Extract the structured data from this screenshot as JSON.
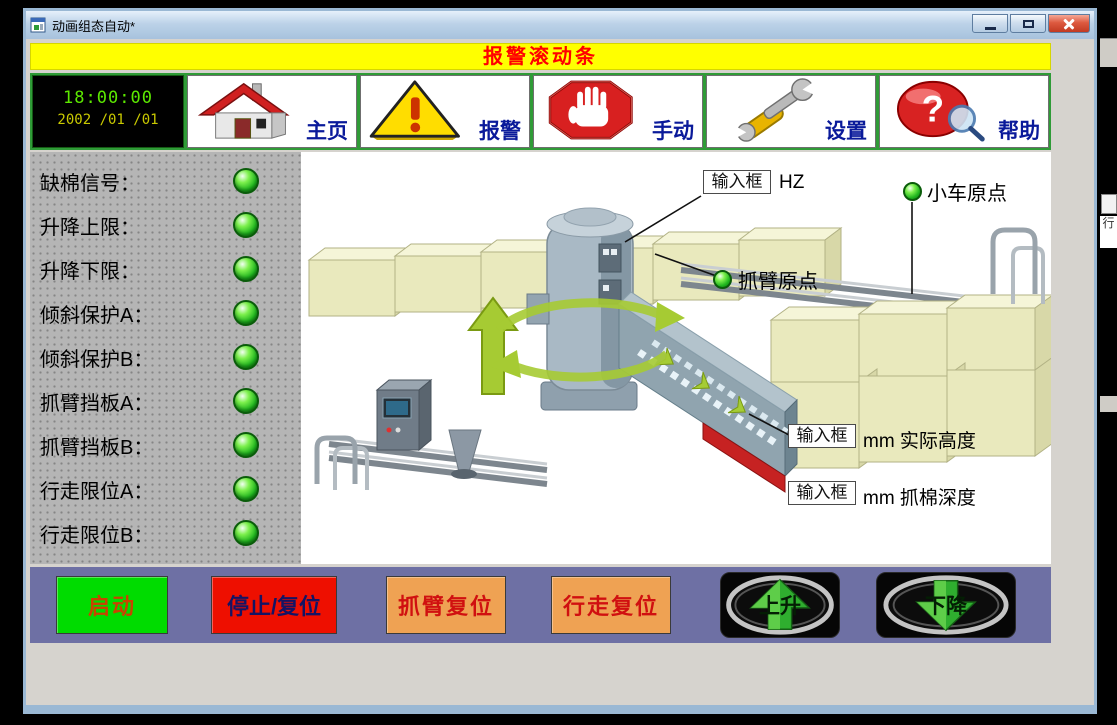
{
  "window": {
    "title": "动画组态自动*"
  },
  "banner": {
    "text": "报警滚动条"
  },
  "clock": {
    "time": "18:00:00",
    "date": "2002 /01 /01"
  },
  "nav": {
    "items": [
      {
        "label": "主页"
      },
      {
        "label": "报警"
      },
      {
        "label": "手动"
      },
      {
        "label": "设置"
      },
      {
        "label": "帮助"
      }
    ]
  },
  "status": {
    "items": [
      {
        "label": "缺棉信号："
      },
      {
        "label": "升降上限："
      },
      {
        "label": "升降下限："
      },
      {
        "label": "倾斜保护A："
      },
      {
        "label": "倾斜保护B："
      },
      {
        "label": "抓臂挡板A："
      },
      {
        "label": "抓臂挡板B："
      },
      {
        "label": "行走限位A："
      },
      {
        "label": "行走限位B："
      }
    ]
  },
  "diagram": {
    "frequency_input": {
      "value": "输入框",
      "unit": "HZ"
    },
    "cart_origin_label": "小车原点",
    "arm_origin_label": "抓臂原点",
    "height_input": {
      "value": "输入框",
      "unit": "mm 实际高度"
    },
    "depth_input": {
      "value": "输入框",
      "unit": "mm 抓棉深度"
    }
  },
  "controls": {
    "start": "启动",
    "stop": "停止/复位",
    "arm_reset": "抓臂复位",
    "travel_reset": "行走复位",
    "up": "上升",
    "down": "下降"
  },
  "colors": {
    "banner_bg": "#ffff00",
    "banner_text": "#ff0000",
    "toolbar_bg": "#2f9b37",
    "led_on": "#1eb41e",
    "start_bg": "#00dc00",
    "stop_bg": "#ee0f00",
    "reset_bg": "#efa253",
    "control_bar_bg": "#6e70a4"
  },
  "background_window_fragment": {
    "partial_text": "行"
  }
}
